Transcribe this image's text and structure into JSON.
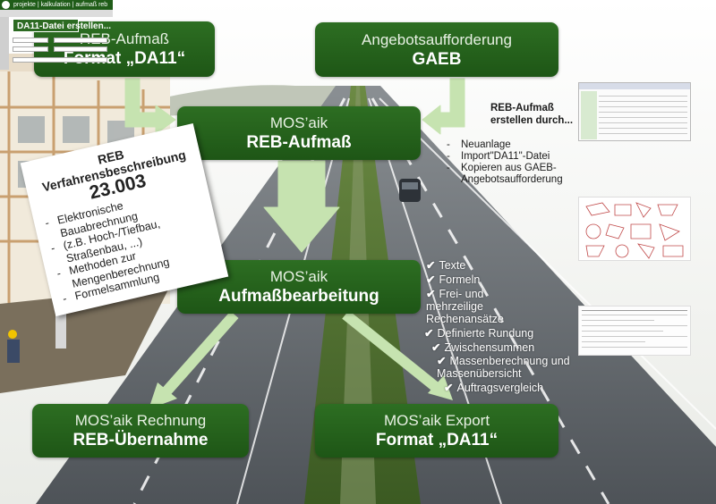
{
  "boxes": {
    "reb_aufmass_format": {
      "line1": "REB-Aufmaß",
      "line2": "Format „DA11“"
    },
    "angebotsaufforderung": {
      "line1": "Angebotsaufforderung",
      "line2": "GAEB"
    },
    "mosaik_reb_aufmass": {
      "line1": "MOS’aik",
      "line2": "REB-Aufmaß"
    },
    "mosaik_aufmassbearbeitung": {
      "line1": "MOS’aik",
      "line2": "Aufmaßbearbeitung"
    },
    "mosaik_rechnung": {
      "line1": "MOS’aik Rechnung",
      "line2": "REB-Übernahme"
    },
    "mosaik_export": {
      "line1": "MOS’aik Export",
      "line2": "Format „DA11“"
    }
  },
  "reb_card": {
    "title": "REB Verfahrensbeschreibung",
    "number": "23.003",
    "items": [
      "Elektronische Bauabrechnung",
      "(z.B. Hoch-/Tiefbau, Straßenbau, ...)",
      "Methoden zur Mengenberechnung",
      "Formelsammlung"
    ]
  },
  "reb_create": {
    "title_line1": "REB-Aufmaß",
    "title_line2": "erstellen durch...",
    "items": [
      "Neuanlage",
      "Import\"DA11\"-Datei",
      "Kopieren aus GAEB-Angebotsaufforderung"
    ]
  },
  "checklist": [
    "Texte",
    "Formeln",
    "Frei- und mehrzeilige Rechenansätze",
    "Definierte Rundung",
    "Zwischensummen",
    "Massenberechnung und Massenübersicht",
    "Auftragsvergleich"
  ],
  "app_thumb": {
    "menu": "projekte | kalkulation | aufmaß reb",
    "popup": "DA11-Datei erstellen..."
  },
  "colors": {
    "box": "#1e5616",
    "arrow": "#c6e3b0",
    "road": "#5e6369"
  },
  "icons": [
    "check-icon",
    "arrow-down-icon",
    "arrow-turn-icon"
  ]
}
